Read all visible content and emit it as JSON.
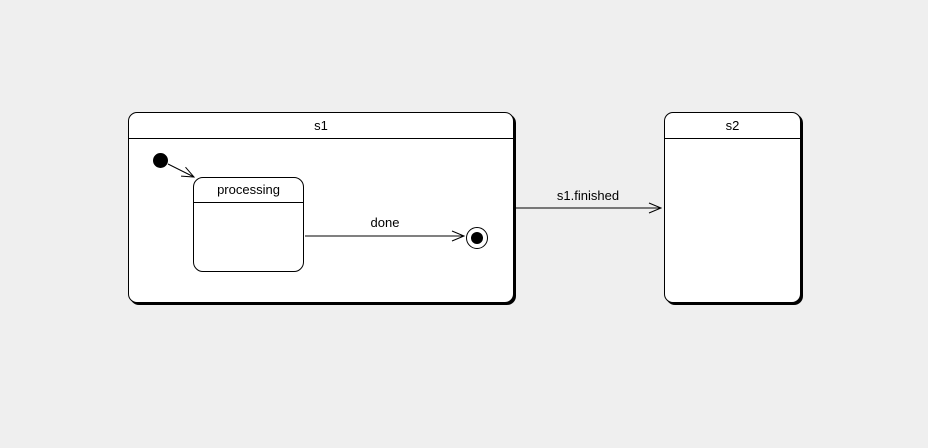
{
  "canvas": {
    "background": "#efefef"
  },
  "colors": {
    "state_fill": "#ffffff",
    "stroke": "#000000"
  },
  "states": {
    "s1": {
      "label": "s1",
      "type": "composite"
    },
    "processing": {
      "label": "processing",
      "type": "simple"
    },
    "s2": {
      "label": "s2",
      "type": "simple"
    }
  },
  "pseudostates": {
    "initial": {
      "type": "initial-state"
    },
    "final": {
      "type": "final-state"
    }
  },
  "transitions": {
    "initial_to_processing": {
      "label": ""
    },
    "processing_to_final": {
      "label": "done"
    },
    "s1_to_s2": {
      "label": "s1.finished"
    }
  }
}
